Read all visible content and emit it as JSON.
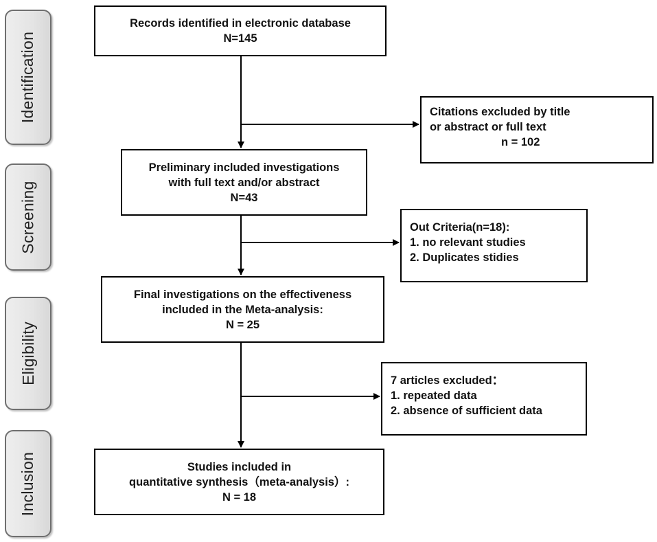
{
  "phases": {
    "identification": "Identification",
    "screening": "Screening",
    "eligibility": "Eligibility",
    "inclusion": "Inclusion"
  },
  "boxes": {
    "records": {
      "line1": "Records identified in electronic database",
      "line2": "N=145"
    },
    "citations": {
      "line1": "Citations excluded by title",
      "line2": "or abstract or full text",
      "line3": "n = 102"
    },
    "prelim": {
      "line1": "Preliminary included investigations",
      "line2": "with full text and/or abstract",
      "line3": "N=43"
    },
    "out": {
      "line1": "Out Criteria(n=18):",
      "line2": "1. no relevant studies",
      "line3": "2.  Duplicates stidies"
    },
    "final": {
      "line1": "Final investigations on the effectiveness",
      "line2": "included in the Meta-analysis:",
      "line3": "N = 25"
    },
    "excluded": {
      "line1": "7 articles excluded：",
      "line2": "1. repeated data",
      "line3": "2. absence of sufficient data"
    },
    "studies": {
      "line1": "Studies included in",
      "line2": "quantitative synthesis（meta-analysis）:",
      "line3": "N = 18"
    }
  }
}
